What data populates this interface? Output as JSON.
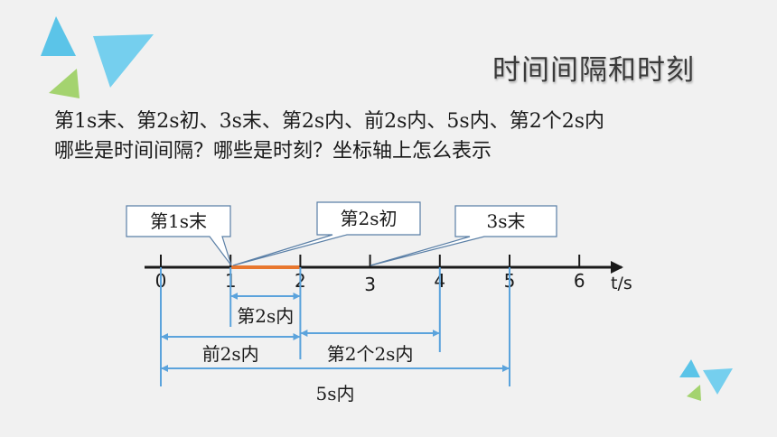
{
  "slide": {
    "title": "时间间隔和时刻",
    "question_line1": "第1s末、第2s初、3s末、第2s内、前2s内、5s内、第2个2s内",
    "question_line2": "哪些是时间间隔？哪些是时刻？坐标轴上怎么表示"
  },
  "diagram": {
    "axis_unit": "t/s",
    "ticks": [
      {
        "label": "0",
        "value": 0
      },
      {
        "label": "1",
        "value": 1
      },
      {
        "label": "2",
        "value": 2
      },
      {
        "label": "3",
        "value": 3
      },
      {
        "label": "4",
        "value": 4
      },
      {
        "label": "5",
        "value": 5
      },
      {
        "label": "6",
        "value": 6
      }
    ],
    "callouts": [
      {
        "text": "第1s末",
        "points_to": 1
      },
      {
        "text": "第2s初",
        "points_to": 1
      },
      {
        "text": "3s末",
        "points_to": 3
      }
    ],
    "highlight_segment": {
      "from": 1,
      "to": 2
    },
    "intervals": [
      {
        "label": "第2s内",
        "from": 1,
        "to": 2
      },
      {
        "label": "前2s内",
        "from": 0,
        "to": 2
      },
      {
        "label": "第2个2s内",
        "from": 2,
        "to": 4
      },
      {
        "label": "5s内",
        "from": 0,
        "to": 5
      }
    ],
    "colors": {
      "axis": "#1a1a1a",
      "interval": "#5ba3dc",
      "highlight": "#e8772e",
      "callout_border": "#5a7fa6"
    }
  }
}
